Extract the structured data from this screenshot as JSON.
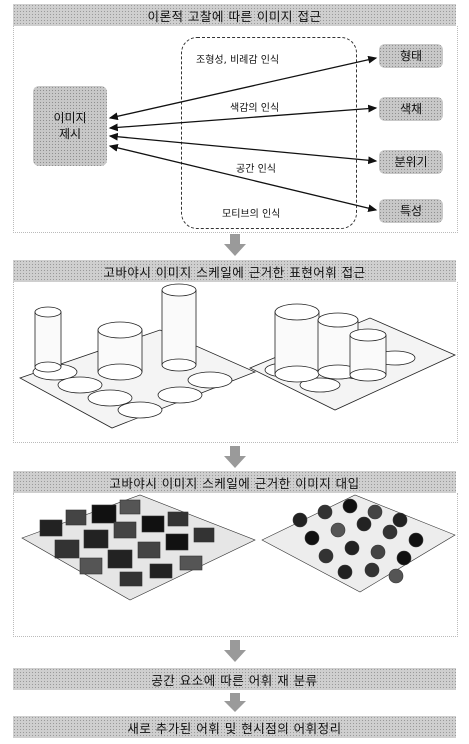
{
  "steps": [
    "이론적 고찰에 따른 이미지 접근",
    "고바야시 이미지 스케일에 근거한 표현어휘 접근",
    "고바야시 이미지 스케일에 근거한 이미지 대입",
    "공간 요소에 따른 어휘 재 분류",
    "새로 추가된 어휘 및 현시점의 어휘정리"
  ],
  "diagram": {
    "source_box": "이미지\n제시",
    "recognitions": [
      "조형성, 비례감 인식",
      "색감의 인식",
      "공간 인식",
      "모티브의 인식"
    ],
    "targets": [
      "형태",
      "색채",
      "분위기",
      "특성"
    ]
  }
}
